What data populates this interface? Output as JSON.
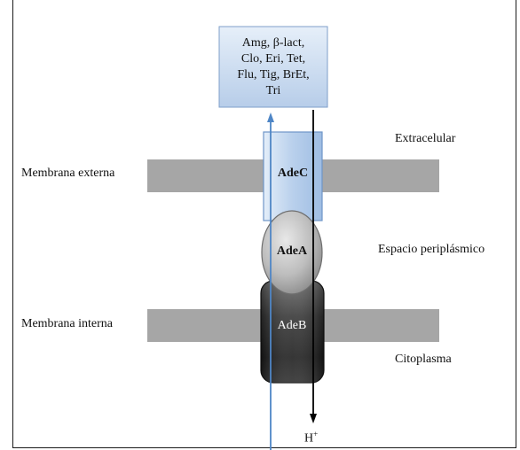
{
  "substrates": {
    "text": "Amg, β-lact,\nClo, Eri, Tet,\nFlu, Tig, BrEt,\nTri"
  },
  "labels": {
    "outer_membrane": "Membrana externa",
    "inner_membrane": "Membrana interna",
    "extracellular": "Extracelular",
    "periplasm": "Espacio periplásmico",
    "cytoplasm": "Citoplasma"
  },
  "proteins": {
    "adec": "AdeC",
    "adea": "AdeA",
    "adeb": "AdeB"
  },
  "proton": {
    "base": "H",
    "charge": "+"
  },
  "colors": {
    "membrane": "#a6a6a6",
    "box_fill": "#cfe0f2",
    "box_stroke": "#7f9fca",
    "adec_fill": "#c7dbf1",
    "substrate_arrow": "#4f86c6",
    "proton_arrow": "#000000"
  }
}
